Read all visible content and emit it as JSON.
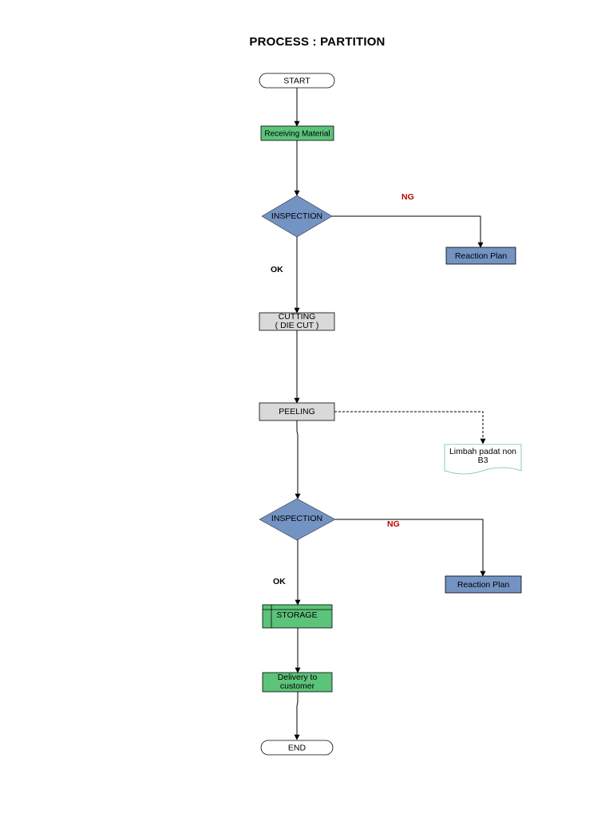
{
  "title": "PROCESS : PARTITION",
  "colors": {
    "green": "#5cc37a",
    "blue": "#7393c3",
    "grey": "#d9d9d9",
    "ng_red": "#c00000",
    "line": "#000000",
    "doc_border": "#66c2a5"
  },
  "nodes": {
    "start": {
      "label": "START"
    },
    "receiving": {
      "label": "Receiving Material"
    },
    "inspection1": {
      "label": "INSPECTION"
    },
    "reaction1": {
      "label": "Reaction Plan"
    },
    "cutting": {
      "line1": "CUTTING",
      "line2": "( DIE CUT )"
    },
    "peeling": {
      "label": "PEELING"
    },
    "waste": {
      "line1": "Limbah padat non",
      "line2": "B3"
    },
    "inspection2": {
      "label": "INSPECTION"
    },
    "reaction2": {
      "label": "Reaction Plan"
    },
    "storage": {
      "label": "STORAGE"
    },
    "delivery": {
      "line1": "Delivery to",
      "line2": "customer"
    },
    "end": {
      "label": "END"
    }
  },
  "edges": {
    "ng1": "NG",
    "ok1": "OK",
    "ng2": "NG",
    "ok2": "OK"
  }
}
